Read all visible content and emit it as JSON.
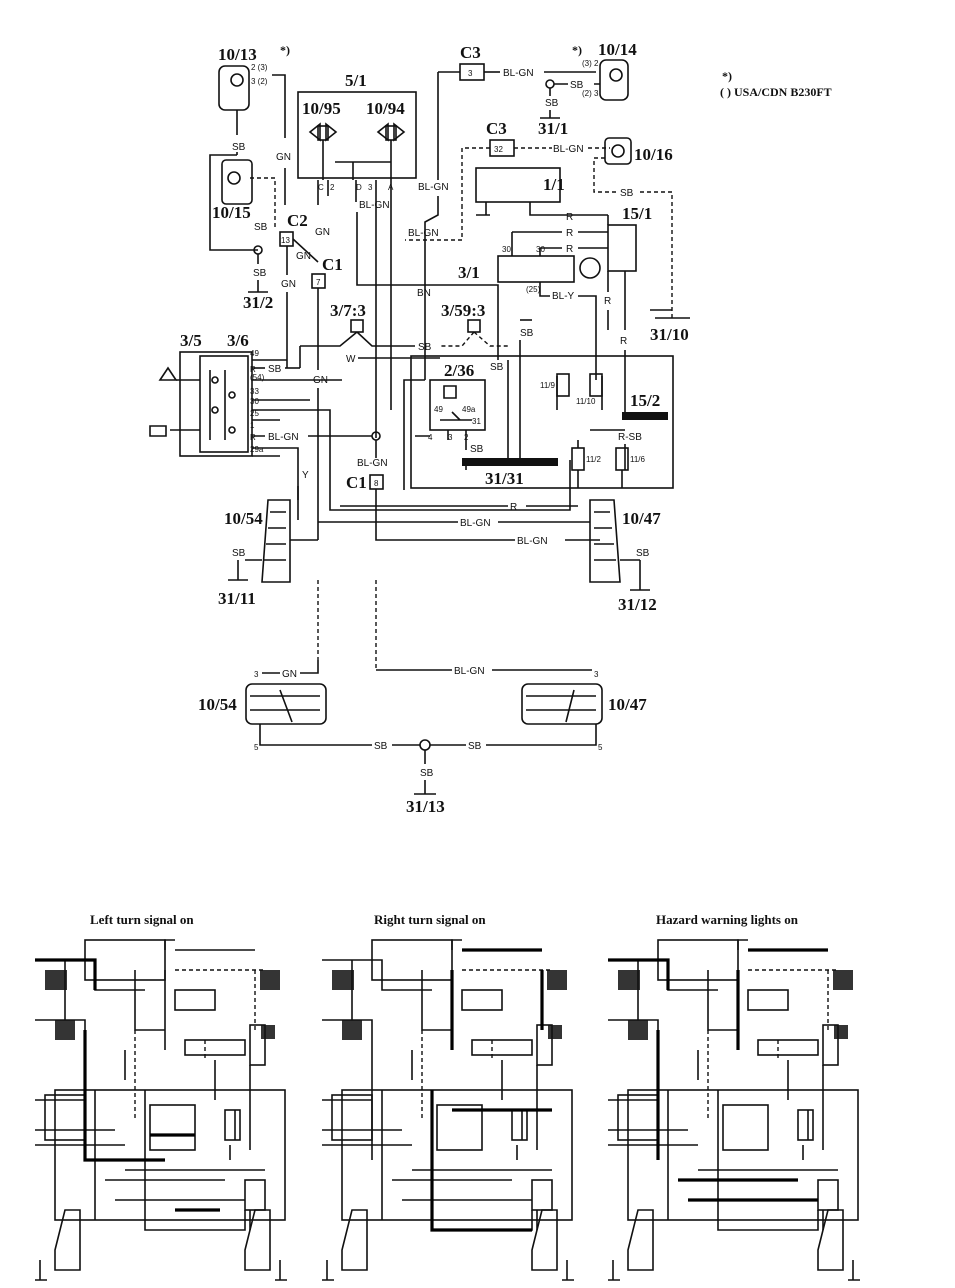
{
  "labels": {
    "c10_13": "10/13",
    "c10_14": "10/14",
    "c10_95": "10/95",
    "c10_94": "10/94",
    "c5_1": "5/1",
    "c3a": "C3",
    "c3b": "C3",
    "c3a_pin": "3",
    "c3b_pin": "32",
    "c10_16": "10/16",
    "c1_1": "1/1",
    "c15_1": "15/1",
    "c3_1": "3/1",
    "c10_15": "10/15",
    "c2": "C2",
    "c2_pin": "13",
    "c1a": "C1",
    "c1a_pin": "7",
    "c31_2": "31/2",
    "c31_1": "31/1",
    "c3_7_3": "3/7:3",
    "c3_59_3": "3/59:3",
    "c31_10": "31/10",
    "c3_5": "3/5",
    "c3_6": "3/6",
    "c2_36": "2/36",
    "c15_2": "15/2",
    "c31_31": "31/31",
    "c1b": "C1",
    "c1b_pin": "8",
    "c10_54a": "10/54",
    "c10_47a": "10/47",
    "c31_11": "31/11",
    "c31_12": "31/12",
    "c10_54b": "10/54",
    "c10_47b": "10/47",
    "c31_13": "31/13",
    "c11_9": "11/9",
    "c11_10": "11/10",
    "c11_2": "11/2",
    "c11_6": "11/6"
  },
  "note": {
    "mark_1": "*)",
    "mark_2": "*)",
    "mark_3": "*)",
    "text": "( ) USA/CDN B230FT"
  },
  "wires": {
    "sb": "SB",
    "gn": "GN",
    "bl_gn": "BL-GN",
    "bn": "BN",
    "r": "R",
    "bl_y": "BL-Y",
    "w": "W",
    "y": "Y",
    "r_sb": "R-SB"
  },
  "captions": {
    "left": "Left turn signal on",
    "right": "Right turn signal on",
    "hazard": "Hazard warning lights on"
  }
}
